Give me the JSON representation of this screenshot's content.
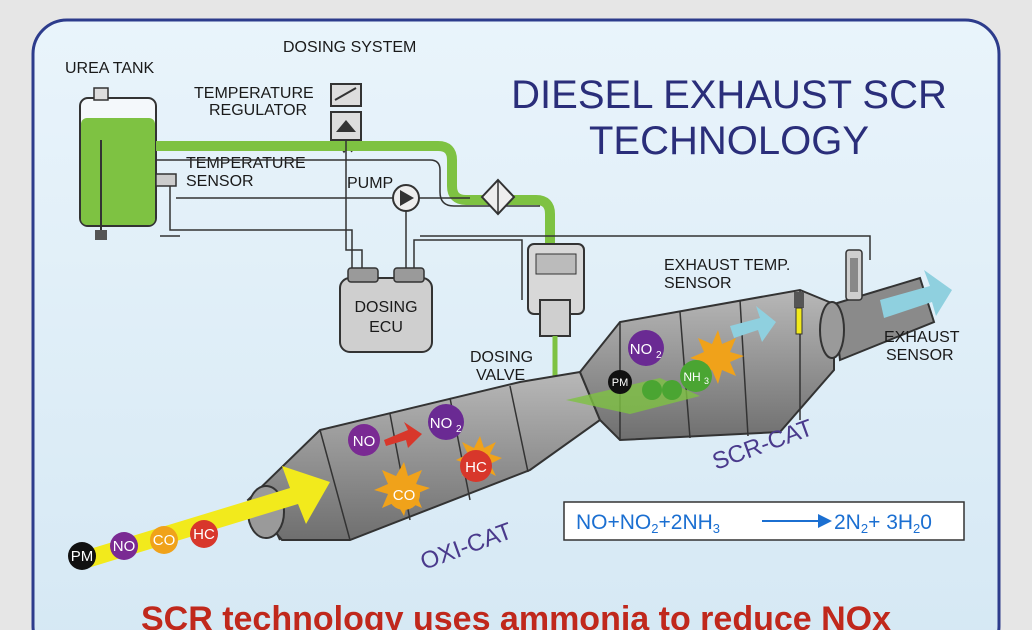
{
  "title": {
    "line1": "DIESEL EXHAUST SCR",
    "line2": "TECHNOLOGY"
  },
  "labels": {
    "urea_tank": "UREA TANK",
    "dosing_system": "DOSING SYSTEM",
    "temp_regulator_1": "TEMPERATURE",
    "temp_regulator_2": "REGULATOR",
    "temp_sensor_1": "TEMPERATURE",
    "temp_sensor_2": "SENSOR",
    "pump": "PUMP",
    "dosing_ecu_1": "DOSING",
    "dosing_ecu_2": "ECU",
    "dosing_valve_1": "DOSING",
    "dosing_valve_2": "VALVE",
    "exhaust_temp_1": "EXHAUST TEMP.",
    "exhaust_temp_2": "SENSOR",
    "exhaust_sensor_1": "EXHAUST",
    "exhaust_sensor_2": "SENSOR",
    "oxi_cat": "OXI-CAT",
    "scr_cat": "SCR-CAT"
  },
  "molecules": {
    "pm": "PM",
    "no": "NO",
    "co": "CO",
    "hc": "HC",
    "no2": "NO",
    "no2_sub": "2",
    "nh3": "NH",
    "nh3_sub": "3"
  },
  "equation": {
    "a": "NO+NO",
    "a_sub": "2",
    "b": "+2NH",
    "b_sub": "3",
    "c": "2N",
    "c_sub": "2",
    "d": "+ 3H",
    "d_sub": "2",
    "e": "0"
  },
  "footer": "SCR technology uses ammonia to reduce NOx",
  "colors": {
    "panel": "#dcecf7",
    "panel_border": "#2d3c8c",
    "urea": "#7ec242",
    "metal": "#8d8d8d",
    "arrow_in": "#f2ea1c",
    "arrow_out": "#8fd0df",
    "pm": "#111111",
    "no": "#7a2a93",
    "co": "#f0a21a",
    "hc": "#d8372b",
    "no2": "#6a2a93",
    "nh3": "#4aa532"
  }
}
